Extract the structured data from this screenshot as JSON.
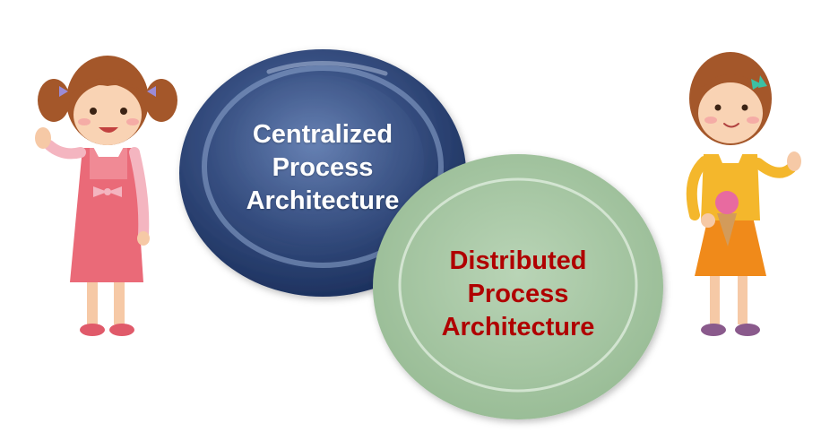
{
  "diagram": {
    "centralized": {
      "lines": [
        "Centralized",
        "Process",
        "Architecture"
      ],
      "color": "#1f3a6e",
      "text_color": "#ffffff"
    },
    "distributed": {
      "lines": [
        "Distributed",
        "Process",
        "Architecture"
      ],
      "color": "#a8c7a5",
      "text_color": "#b00000"
    }
  },
  "figures": {
    "left": "girl-pink-dress-waving",
    "right": "girl-orange-skirt-ice-cream"
  }
}
